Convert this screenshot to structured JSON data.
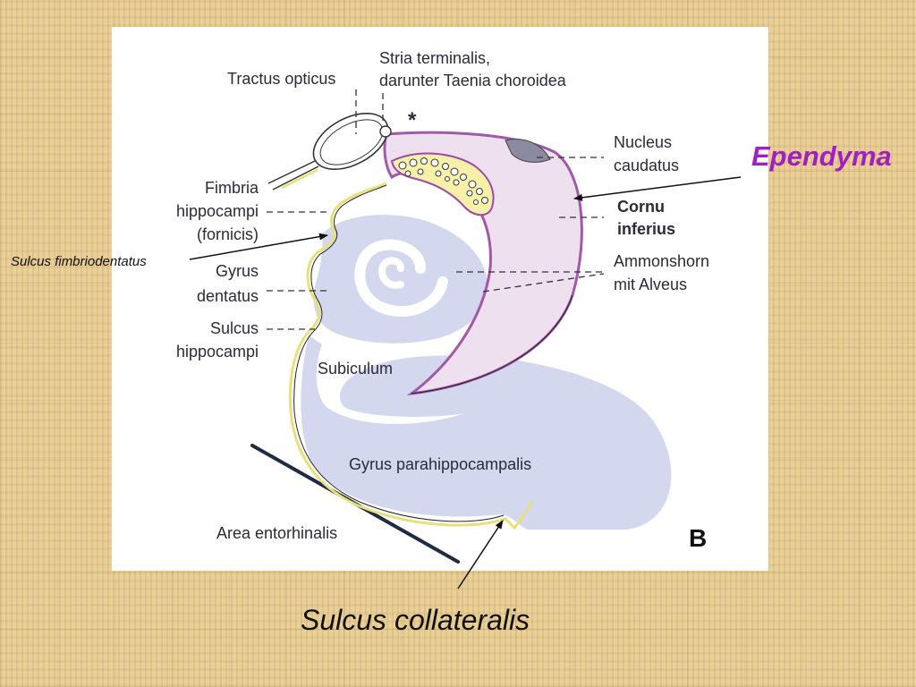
{
  "colors": {
    "background": "#e6c98f",
    "panel": "#ffffff",
    "tissue": "#d4d8ee",
    "yellow_outline": "#e8e07a",
    "purple_outline": "#a05aa8",
    "purple_fill": "#efe0f0",
    "ependyma_text": "#a020c0",
    "caudate_fill": "#8a8aa0"
  },
  "labels": {
    "tractus_opticus": "Tractus opticus",
    "stria_line1": "Stria terminalis,",
    "stria_line2": "darunter Taenia choroidea",
    "asterisk": "*",
    "nucleus_line1": "Nucleus",
    "nucleus_line2": "caudatus",
    "cornu_line1": "Cornu",
    "cornu_line2": "inferius",
    "fimbria_line1": "Fimbria",
    "fimbria_line2": "hippocampi",
    "fimbria_line3": "(fornicis)",
    "gyrus_dentatus_line1": "Gyrus",
    "gyrus_dentatus_line2": "dentatus",
    "ammon_line1": "Ammonshorn",
    "ammon_line2": "mit Alveus",
    "sulcus_hipp_line1": "Sulcus",
    "sulcus_hipp_line2": "hippocampi",
    "subiculum": "Subiculum",
    "gyrus_parahipp": "Gyrus parahippocampalis",
    "area_entorhinalis": "Area entorhinalis",
    "panel_letter": "B"
  },
  "annotations": {
    "ependyma": "Ependyma",
    "sulcus_fimbriodentatus": "Sulcus fimbriodentatus",
    "sulcus_collateralis": "Sulcus collateralis"
  }
}
